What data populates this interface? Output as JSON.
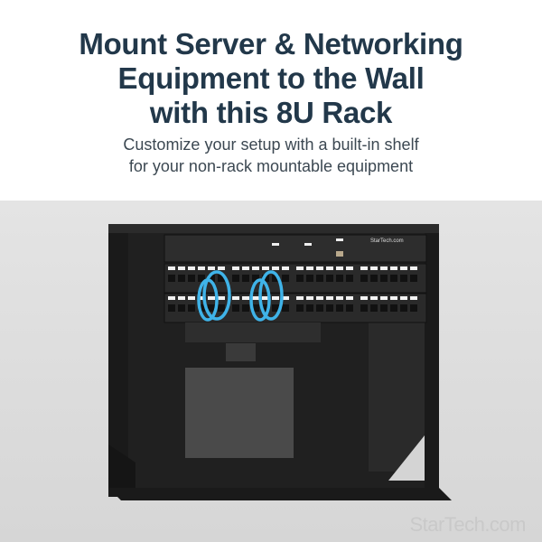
{
  "headline": {
    "lines": [
      "Mount Server & Networking",
      "Equipment to the Wall",
      "with this 8U Rack"
    ]
  },
  "subheadline": {
    "lines": [
      "Customize your setup with a built-in shelf",
      "for your non-rack mountable equipment"
    ]
  },
  "product_image": {
    "watermark": "StarTech.com",
    "kvm_brand": "StarTech.com",
    "colors": {
      "rack": "#1e1e1e",
      "cables": "#3fb3e8",
      "wall": "#dcdcdc",
      "title": "#22384a"
    }
  }
}
